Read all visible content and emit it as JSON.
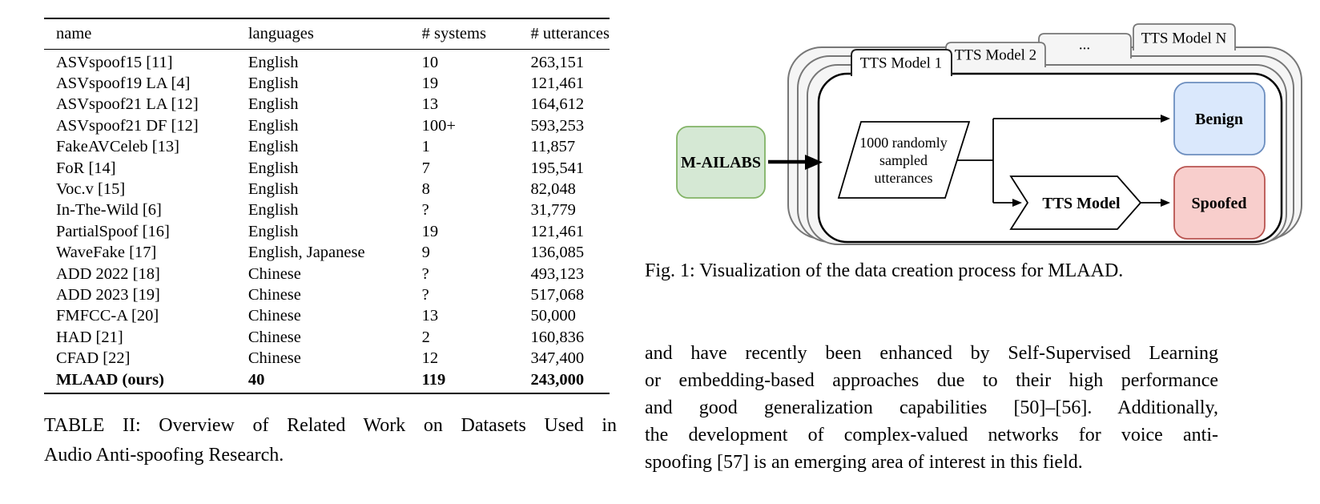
{
  "table": {
    "columns": [
      "name",
      "languages",
      "# systems",
      "# utterances"
    ],
    "rows": [
      [
        "ASVspoof15 [11]",
        "English",
        "10",
        "263,151"
      ],
      [
        "ASVspoof19 LA [4]",
        "English",
        "19",
        "121,461"
      ],
      [
        "ASVspoof21 LA [12]",
        "English",
        "13",
        "164,612"
      ],
      [
        "ASVspoof21 DF [12]",
        "English",
        "100+",
        "593,253"
      ],
      [
        "FakeAVCeleb [13]",
        "English",
        "1",
        "11,857"
      ],
      [
        "FoR [14]",
        "English",
        "7",
        "195,541"
      ],
      [
        "Voc.v [15]",
        "English",
        "8",
        "82,048"
      ],
      [
        "In-The-Wild [6]",
        "English",
        "?",
        "31,779"
      ],
      [
        "PartialSpoof [16]",
        "English",
        "19",
        "121,461"
      ],
      [
        "WaveFake [17]",
        "English, Japanese",
        "9",
        "136,085"
      ],
      [
        "ADD 2022 [18]",
        "Chinese",
        "?",
        "493,123"
      ],
      [
        "ADD 2023 [19]",
        "Chinese",
        "?",
        "517,068"
      ],
      [
        "FMFCC-A [20]",
        "Chinese",
        "13",
        "50,000"
      ],
      [
        "HAD [21]",
        "Chinese",
        "2",
        "160,836"
      ],
      [
        "CFAD [22]",
        "Chinese",
        "12",
        "347,400"
      ],
      [
        "MLAAD (ours)",
        "40",
        "119",
        "243,000"
      ]
    ],
    "caption_line1": "TABLE II: Overview of Related Work on Datasets Used in",
    "caption_line2": "Audio Anti-spoofing Research."
  },
  "figure": {
    "source_label": "M-AILABS",
    "tabs": [
      "TTS Model 1",
      "TTS Model 2",
      "...",
      "TTS Model N"
    ],
    "parallelogram_line1": "1000 randomly",
    "parallelogram_line2": "sampled",
    "parallelogram_line3": "utterances",
    "tts_model_label": "TTS Model",
    "benign_label": "Benign",
    "spoofed_label": "Spoofed",
    "caption": "Fig. 1: Visualization of the data creation process for MLAAD.",
    "colors": {
      "source_fill": "#d5e8d4",
      "source_border": "#82b366",
      "benign_fill": "#dae8fc",
      "benign_border": "#6c8ebf",
      "spoofed_fill": "#f8cecc",
      "spoofed_border": "#b85450",
      "tab_fill": "#f5f5f5",
      "tab_border": "#777777",
      "front_fill": "#ffffff",
      "front_border": "#000000"
    }
  },
  "paragraph": {
    "lines": [
      "and have recently been enhanced by Self-Supervised Learning",
      "or embedding-based approaches due to their high performance",
      "and good generalization capabilities [50]–[56]. Additionally,",
      "the development of complex-valued networks for voice anti-",
      "spoofing [57] is an emerging area of interest in this field."
    ]
  }
}
